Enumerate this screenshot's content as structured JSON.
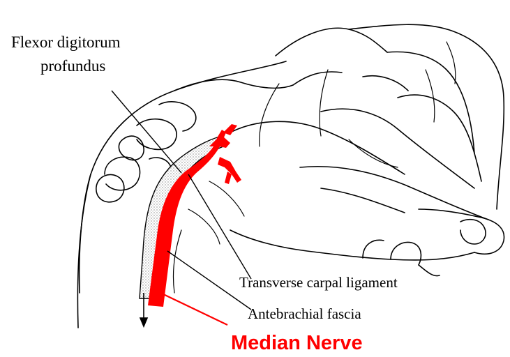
{
  "labels": {
    "flexor_line1": "Flexor digitorum",
    "flexor_line2": "profundus",
    "transverse_carpal_ligament": "Transverse carpal ligament",
    "antebrachial_fascia": "Antebrachial fascia",
    "median_nerve": "Median Nerve"
  },
  "colors": {
    "nerve": "#ff0000",
    "outline": "#000000",
    "background": "#ffffff",
    "ligament_stipple": "#555555"
  }
}
